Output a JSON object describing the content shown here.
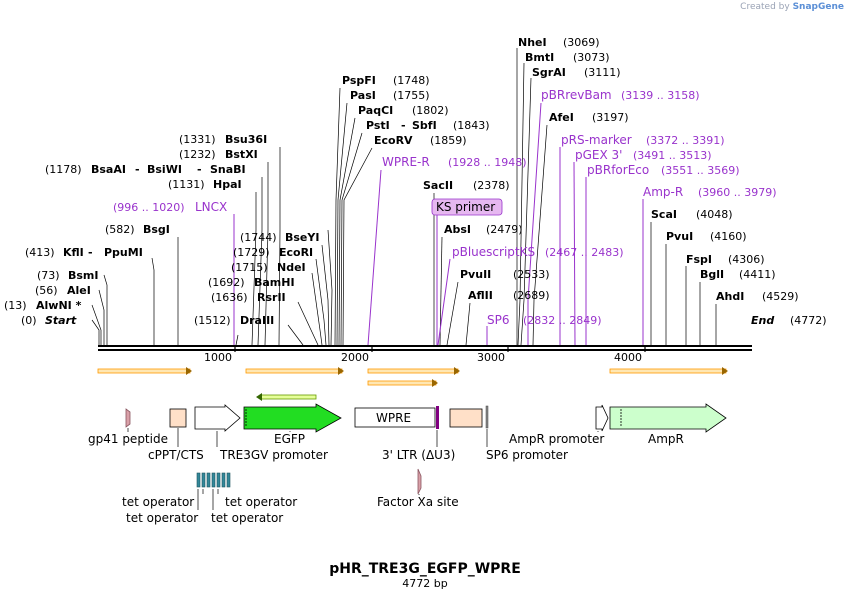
{
  "credit": {
    "prefix": "Created by",
    "brand": "SnapGene"
  },
  "plasmid": {
    "name": "pHR_TRE3G_EGFP_WPRE",
    "size_text": "4772 bp",
    "length": 4772
  },
  "ruler": {
    "start_label": "Start",
    "start_num": "(0)",
    "end_label": "End",
    "end_num": "(4772)",
    "ticks": [
      "1000",
      "2000",
      "3000",
      "4000"
    ]
  },
  "colors": {
    "enzyme": "#000000",
    "primer": "#9933cc",
    "egfp": "#22dd22",
    "ampr": "#ccffcc",
    "ltr": "#ffe0c8",
    "orf_arrow": "#ff9900",
    "peptide": "#d9a0a8",
    "tet": "#338899"
  },
  "enzymes": [
    {
      "name": "AlwNI *",
      "pos": "(13)"
    },
    {
      "name": "AleI",
      "pos": "(56)"
    },
    {
      "name": "BsmI",
      "pos": "(73)"
    },
    {
      "name": "KflI",
      "name2": "PpuMI",
      "pos": "(413)"
    },
    {
      "name": "BsgI",
      "pos": "(582)"
    },
    {
      "name": "HpaI",
      "pos": "(1131)"
    },
    {
      "name": "BsaAI",
      "name2": "BsiWI",
      "name3": "SnaBI",
      "pos": "(1178)"
    },
    {
      "name": "BstXI",
      "pos": "(1232)"
    },
    {
      "name": "Bsu36I",
      "pos": "(1331)"
    },
    {
      "name": "DraIII",
      "pos": "(1512)"
    },
    {
      "name": "RsrII",
      "pos": "(1636)"
    },
    {
      "name": "BamHI",
      "pos": "(1692)"
    },
    {
      "name": "NdeI",
      "pos": "(1715)"
    },
    {
      "name": "EcoRI",
      "pos": "(1729)"
    },
    {
      "name": "BseYI",
      "pos": "(1744)"
    },
    {
      "name": "PspFI",
      "pos": "(1748)"
    },
    {
      "name": "PasI",
      "pos": "(1755)"
    },
    {
      "name": "PaqCI",
      "pos": "(1802)"
    },
    {
      "name": "PstI",
      "name2": "SbfI",
      "pos": "(1843)"
    },
    {
      "name": "EcoRV",
      "pos": "(1859)"
    },
    {
      "name": "SacII",
      "pos": "(2378)"
    },
    {
      "name": "AbsI",
      "pos": "(2479)"
    },
    {
      "name": "PvuII",
      "pos": "(2533)"
    },
    {
      "name": "AflII",
      "pos": "(2689)"
    },
    {
      "name": "NheI",
      "pos": "(3069)"
    },
    {
      "name": "BmtI",
      "pos": "(3073)"
    },
    {
      "name": "SgrAI",
      "pos": "(3111)"
    },
    {
      "name": "AfeI",
      "pos": "(3197)"
    },
    {
      "name": "ScaI",
      "pos": "(4048)"
    },
    {
      "name": "PvuI",
      "pos": "(4160)"
    },
    {
      "name": "FspI",
      "pos": "(4306)"
    },
    {
      "name": "BglI",
      "pos": "(4411)"
    },
    {
      "name": "AhdI",
      "pos": "(4529)"
    }
  ],
  "primers": [
    {
      "name": "LNCX",
      "pos": "(996 .. 1020)"
    },
    {
      "name": "WPRE-R",
      "pos": "(1928 .. 1948)"
    },
    {
      "name": "KS primer",
      "pos": ""
    },
    {
      "name": "pBluescriptKS",
      "pos": "(2467 .. 2483)"
    },
    {
      "name": "SP6",
      "pos": "(2832 .. 2849)"
    },
    {
      "name": "pBRrevBam",
      "pos": "(3139 .. 3158)"
    },
    {
      "name": "pRS-marker",
      "pos": "(3372 .. 3391)"
    },
    {
      "name": "pGEX 3'",
      "pos": "(3491 .. 3513)"
    },
    {
      "name": "pBRforEco",
      "pos": "(3551 .. 3569)"
    },
    {
      "name": "Amp-R",
      "pos": "(3960 .. 3979)"
    }
  ],
  "features": [
    {
      "name": "gp41 peptide"
    },
    {
      "name": "cPPT/CTS"
    },
    {
      "name": "TRE3GV promoter"
    },
    {
      "name": "EGFP"
    },
    {
      "name": "WPRE"
    },
    {
      "name": "3' LTR (ΔU3)"
    },
    {
      "name": "SP6 promoter"
    },
    {
      "name": "AmpR promoter"
    },
    {
      "name": "AmpR"
    },
    {
      "name": "tet operator"
    },
    {
      "name": "tet operator"
    },
    {
      "name": "tet operator"
    },
    {
      "name": "tet operator"
    },
    {
      "name": "Factor Xa site"
    }
  ]
}
